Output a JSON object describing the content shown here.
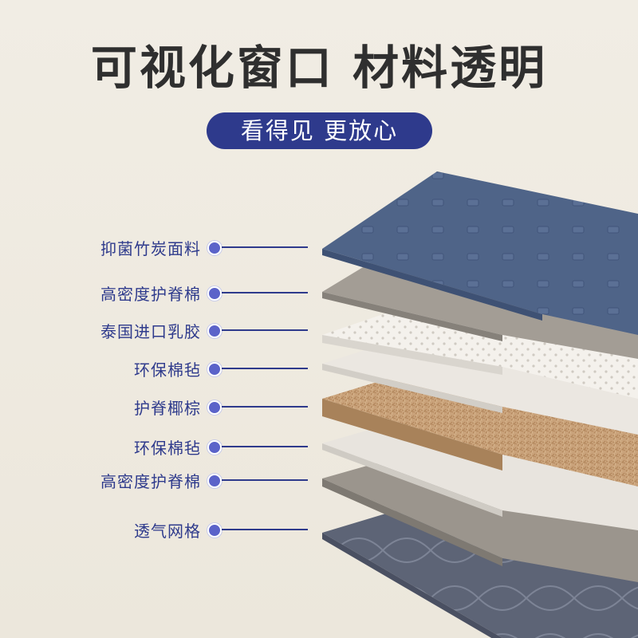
{
  "title": "可视化窗口 材料透明",
  "subtitle": "看得见 更放心",
  "layers": [
    {
      "label": "抑菌竹炭面料"
    },
    {
      "label": "高密度护脊棉"
    },
    {
      "label": "泰国进口乳胶"
    },
    {
      "label": "环保棉毡"
    },
    {
      "label": "护脊椰棕"
    },
    {
      "label": "环保棉毡"
    },
    {
      "label": "高密度护脊棉"
    },
    {
      "label": "透气网格"
    }
  ],
  "colors": {
    "accent": "#2e3a8c",
    "dot": "#5b63c9",
    "fabric_top": "#4f6488",
    "foam": "#9b958d",
    "latex": "#f2efe9",
    "felt": "#e7e3dd",
    "coir": "#c9a27a",
    "mesh": "#5d6476"
  }
}
